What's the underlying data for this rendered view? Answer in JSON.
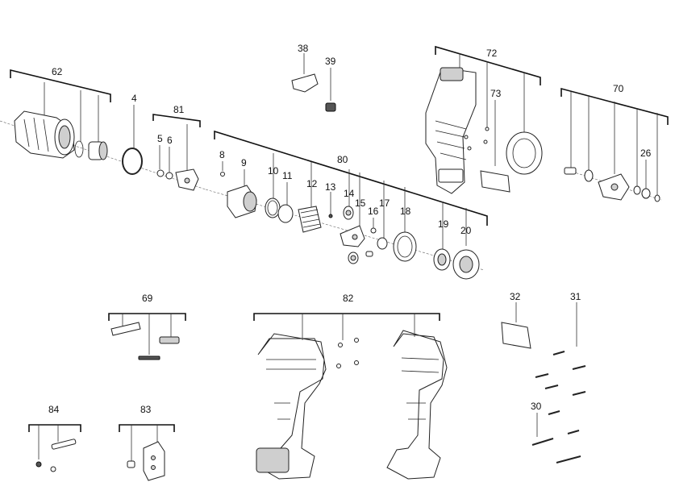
{
  "labels": {
    "p38": "38",
    "p39": "39",
    "p62": "62",
    "p4": "4",
    "p81": "81",
    "p5": "5",
    "p6": "6",
    "p72": "72",
    "p73": "73",
    "p70": "70",
    "p26": "26",
    "p80": "80",
    "p8": "8",
    "p9": "9",
    "p10": "10",
    "p11": "11",
    "p12": "12",
    "p13": "13",
    "p14": "14",
    "p15": "15",
    "p16": "16",
    "p17": "17",
    "p18": "18",
    "p19": "19",
    "p20": "20",
    "p69": "69",
    "p82": "82",
    "p32": "32",
    "p31": "31",
    "p30": "30",
    "p84": "84",
    "p83": "83"
  }
}
